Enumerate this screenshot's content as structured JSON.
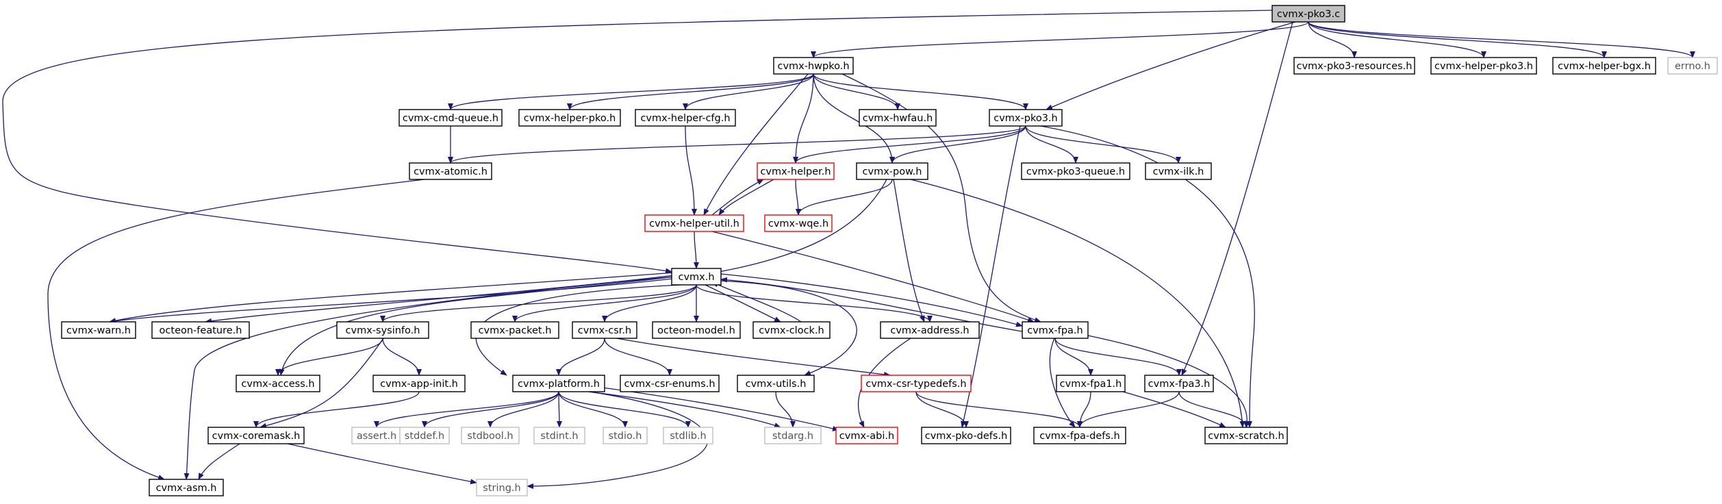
{
  "colors": {
    "edge": "#191970",
    "node_border": "#000000",
    "root_fill": "#bfbfbf",
    "incomplete_border": "#ff0000",
    "external_border": "#bfbfbf",
    "external_text": "#555555"
  },
  "nodes": [
    {
      "id": "pko3c",
      "label": "cvmx-pko3.c",
      "kind": "root"
    },
    {
      "id": "hwpko",
      "label": "cvmx-hwpko.h",
      "kind": "normal"
    },
    {
      "id": "pko3res",
      "label": "cvmx-pko3-resources.h",
      "kind": "normal"
    },
    {
      "id": "helperpko3",
      "label": "cvmx-helper-pko3.h",
      "kind": "normal"
    },
    {
      "id": "helperbgx",
      "label": "cvmx-helper-bgx.h",
      "kind": "normal"
    },
    {
      "id": "errno",
      "label": "errno.h",
      "kind": "external"
    },
    {
      "id": "cmdqueue",
      "label": "cvmx-cmd-queue.h",
      "kind": "normal"
    },
    {
      "id": "helperpko",
      "label": "cvmx-helper-pko.h",
      "kind": "normal"
    },
    {
      "id": "helpercfg",
      "label": "cvmx-helper-cfg.h",
      "kind": "normal"
    },
    {
      "id": "hwfau",
      "label": "cvmx-hwfau.h",
      "kind": "normal"
    },
    {
      "id": "pko3h",
      "label": "cvmx-pko3.h",
      "kind": "normal"
    },
    {
      "id": "atomic",
      "label": "cvmx-atomic.h",
      "kind": "normal"
    },
    {
      "id": "helper",
      "label": "cvmx-helper.h",
      "kind": "incomplete"
    },
    {
      "id": "pow",
      "label": "cvmx-pow.h",
      "kind": "normal"
    },
    {
      "id": "pko3queue",
      "label": "cvmx-pko3-queue.h",
      "kind": "normal"
    },
    {
      "id": "ilk",
      "label": "cvmx-ilk.h",
      "kind": "normal"
    },
    {
      "id": "helperutil",
      "label": "cvmx-helper-util.h",
      "kind": "incomplete"
    },
    {
      "id": "wqe",
      "label": "cvmx-wqe.h",
      "kind": "incomplete"
    },
    {
      "id": "cvmxh",
      "label": "cvmx.h",
      "kind": "normal"
    },
    {
      "id": "warn",
      "label": "cvmx-warn.h",
      "kind": "normal"
    },
    {
      "id": "octfeat",
      "label": "octeon-feature.h",
      "kind": "normal"
    },
    {
      "id": "sysinfo",
      "label": "cvmx-sysinfo.h",
      "kind": "normal"
    },
    {
      "id": "packet",
      "label": "cvmx-packet.h",
      "kind": "normal"
    },
    {
      "id": "csr",
      "label": "cvmx-csr.h",
      "kind": "normal"
    },
    {
      "id": "octmodel",
      "label": "octeon-model.h",
      "kind": "normal"
    },
    {
      "id": "clock",
      "label": "cvmx-clock.h",
      "kind": "normal"
    },
    {
      "id": "address",
      "label": "cvmx-address.h",
      "kind": "normal"
    },
    {
      "id": "fpa",
      "label": "cvmx-fpa.h",
      "kind": "normal"
    },
    {
      "id": "access",
      "label": "cvmx-access.h",
      "kind": "normal"
    },
    {
      "id": "appinit",
      "label": "cvmx-app-init.h",
      "kind": "normal"
    },
    {
      "id": "platform",
      "label": "cvmx-platform.h",
      "kind": "normal"
    },
    {
      "id": "csrenums",
      "label": "cvmx-csr-enums.h",
      "kind": "normal"
    },
    {
      "id": "utils",
      "label": "cvmx-utils.h",
      "kind": "normal"
    },
    {
      "id": "csrtypedefs",
      "label": "cvmx-csr-typedefs.h",
      "kind": "incomplete"
    },
    {
      "id": "fpa1",
      "label": "cvmx-fpa1.h",
      "kind": "normal"
    },
    {
      "id": "fpa3",
      "label": "cvmx-fpa3.h",
      "kind": "normal"
    },
    {
      "id": "coremask",
      "label": "cvmx-coremask.h",
      "kind": "normal"
    },
    {
      "id": "asserth",
      "label": "assert.h",
      "kind": "external"
    },
    {
      "id": "stddef",
      "label": "stddef.h",
      "kind": "external"
    },
    {
      "id": "stdbool",
      "label": "stdbool.h",
      "kind": "external"
    },
    {
      "id": "stdint",
      "label": "stdint.h",
      "kind": "external"
    },
    {
      "id": "stdio",
      "label": "stdio.h",
      "kind": "external"
    },
    {
      "id": "stdlib",
      "label": "stdlib.h",
      "kind": "external"
    },
    {
      "id": "stdarg",
      "label": "stdarg.h",
      "kind": "external"
    },
    {
      "id": "abi",
      "label": "cvmx-abi.h",
      "kind": "incomplete"
    },
    {
      "id": "pkodefs",
      "label": "cvmx-pko-defs.h",
      "kind": "normal"
    },
    {
      "id": "fpadefs",
      "label": "cvmx-fpa-defs.h",
      "kind": "normal"
    },
    {
      "id": "scratch",
      "label": "cvmx-scratch.h",
      "kind": "normal"
    },
    {
      "id": "asm",
      "label": "cvmx-asm.h",
      "kind": "normal"
    },
    {
      "id": "stringh",
      "label": "string.h",
      "kind": "external"
    }
  ],
  "edges": [
    [
      "pko3c",
      "hwpko"
    ],
    [
      "pko3c",
      "pko3res"
    ],
    [
      "pko3c",
      "helperpko3"
    ],
    [
      "pko3c",
      "helperbgx"
    ],
    [
      "pko3c",
      "errno"
    ],
    [
      "pko3c",
      "pko3h"
    ],
    [
      "pko3c",
      "fpa3"
    ],
    [
      "pko3c",
      "cvmxh"
    ],
    [
      "hwpko",
      "cmdqueue"
    ],
    [
      "hwpko",
      "helperpko"
    ],
    [
      "hwpko",
      "helpercfg"
    ],
    [
      "hwpko",
      "hwfau"
    ],
    [
      "hwpko",
      "pko3h"
    ],
    [
      "hwpko",
      "helper"
    ],
    [
      "hwpko",
      "pow"
    ],
    [
      "hwpko",
      "helperutil"
    ],
    [
      "hwpko",
      "fpa"
    ],
    [
      "cmdqueue",
      "atomic"
    ],
    [
      "atomic",
      "asm"
    ],
    [
      "helpercfg",
      "helperutil"
    ],
    [
      "pko3h",
      "atomic"
    ],
    [
      "pko3h",
      "helper"
    ],
    [
      "pko3h",
      "pow"
    ],
    [
      "pko3h",
      "pko3queue"
    ],
    [
      "pko3h",
      "ilk"
    ],
    [
      "pko3h",
      "pkodefs"
    ],
    [
      "pko3h",
      "scratch"
    ],
    [
      "helper",
      "wqe"
    ],
    [
      "helper",
      "helperutil"
    ],
    [
      "helperutil",
      "helper"
    ],
    [
      "helperutil",
      "cvmxh"
    ],
    [
      "helperutil",
      "fpa"
    ],
    [
      "pow",
      "wqe"
    ],
    [
      "pow",
      "address"
    ],
    [
      "pow",
      "scratch"
    ],
    [
      "pow",
      "warn"
    ],
    [
      "cvmxh",
      "warn"
    ],
    [
      "cvmxh",
      "octfeat"
    ],
    [
      "cvmxh",
      "sysinfo"
    ],
    [
      "cvmxh",
      "packet"
    ],
    [
      "cvmxh",
      "csr"
    ],
    [
      "cvmxh",
      "octmodel"
    ],
    [
      "cvmxh",
      "clock"
    ],
    [
      "cvmxh",
      "address"
    ],
    [
      "cvmxh",
      "fpa"
    ],
    [
      "cvmxh",
      "access"
    ],
    [
      "cvmxh",
      "platform"
    ],
    [
      "cvmxh",
      "utils"
    ],
    [
      "cvmxh",
      "asm"
    ],
    [
      "clock",
      "cvmxh"
    ],
    [
      "fpa",
      "cvmxh"
    ],
    [
      "sysinfo",
      "access"
    ],
    [
      "sysinfo",
      "appinit"
    ],
    [
      "sysinfo",
      "coremask"
    ],
    [
      "appinit",
      "coremask"
    ],
    [
      "csr",
      "platform"
    ],
    [
      "csr",
      "csrenums"
    ],
    [
      "csr",
      "csrtypedefs"
    ],
    [
      "platform",
      "asserth"
    ],
    [
      "platform",
      "stddef"
    ],
    [
      "platform",
      "stdbool"
    ],
    [
      "platform",
      "stdint"
    ],
    [
      "platform",
      "stdio"
    ],
    [
      "platform",
      "stdlib"
    ],
    [
      "platform",
      "stdarg"
    ],
    [
      "platform",
      "abi"
    ],
    [
      "platform",
      "stringh"
    ],
    [
      "utils",
      "stdarg"
    ],
    [
      "address",
      "abi"
    ],
    [
      "csrtypedefs",
      "pkodefs"
    ],
    [
      "csrtypedefs",
      "fpadefs"
    ],
    [
      "fpa",
      "fpa1"
    ],
    [
      "fpa",
      "fpa3"
    ],
    [
      "fpa",
      "fpadefs"
    ],
    [
      "fpa",
      "scratch"
    ],
    [
      "fpa1",
      "fpadefs"
    ],
    [
      "fpa1",
      "scratch"
    ],
    [
      "fpa3",
      "fpadefs"
    ],
    [
      "fpa3",
      "scratch"
    ],
    [
      "coremask",
      "asm"
    ],
    [
      "coremask",
      "stringh"
    ]
  ]
}
